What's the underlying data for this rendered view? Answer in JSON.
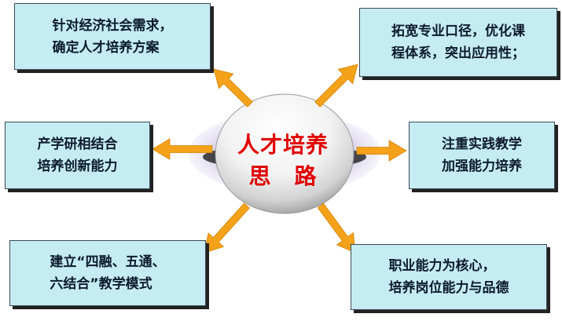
{
  "center": {
    "line1": "人才培养",
    "line2": "思　路"
  },
  "boxes": [
    {
      "id": "top-left",
      "line1": "针对经济社会需求，",
      "line2": "确定人才培养方案"
    },
    {
      "id": "top-right",
      "line1": "拓宽专业口径，优化课",
      "line2": "程体系，突出应用性；"
    },
    {
      "id": "middle-left",
      "line1": "产学研相结合",
      "line2": "培养创新能力"
    },
    {
      "id": "middle-right",
      "line1": "注重实践教学",
      "line2": "加强能力培养"
    },
    {
      "id": "bottom-left",
      "line1": "建立“四融、五通、",
      "line2": "六结合”教学模式"
    },
    {
      "id": "bottom-right",
      "line1": "职业能力为核心，",
      "line2": "培养岗位能力与品德"
    }
  ],
  "colors": {
    "box_fill": "#c6ecf3",
    "arrow": "#f4a21a",
    "center_text": "#e00000",
    "box_text": "#0b1a2c"
  }
}
